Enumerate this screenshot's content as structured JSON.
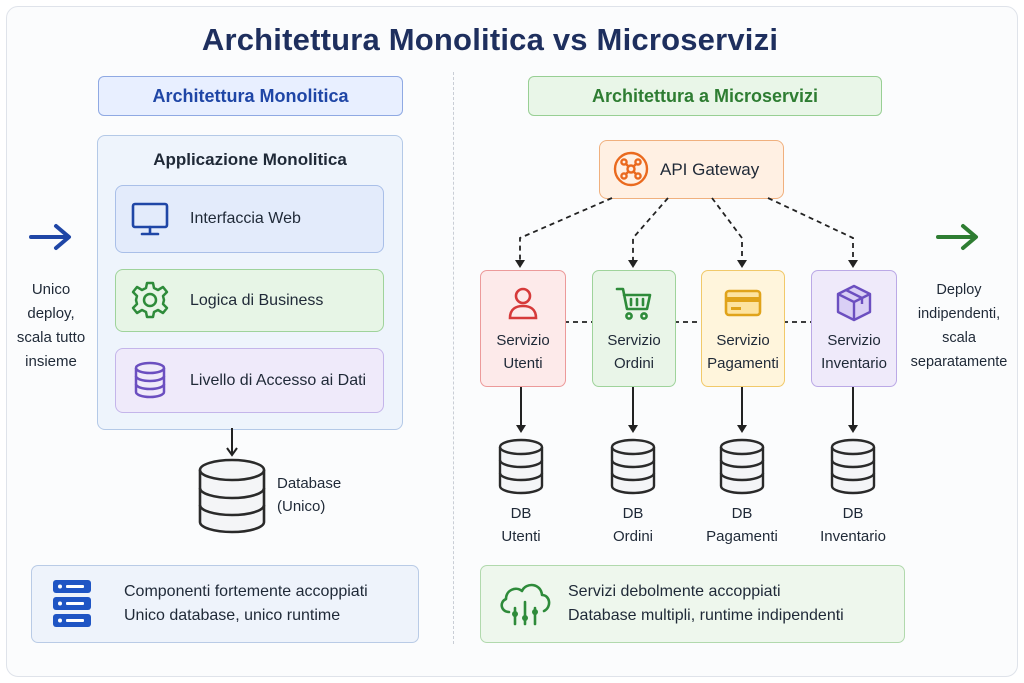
{
  "title": "Architettura Monolitica vs Microservizi",
  "monolith": {
    "header": "Architettura Monolitica",
    "app_title": "Applicazione Monolitica",
    "layers": [
      {
        "label": "Interfaccia Web",
        "icon": "monitor-icon"
      },
      {
        "label": "Logica di Business",
        "icon": "gear-icon"
      },
      {
        "label": "Livello di Accesso ai Dati",
        "icon": "database-icon"
      }
    ],
    "database": [
      "Database",
      "(Unico)"
    ],
    "deploy_note": [
      "Unico",
      "deploy,",
      "scala tutto",
      "insieme"
    ],
    "summary": [
      "Componenti fortemente accoppiati",
      "Unico database, unico runtime"
    ]
  },
  "microservices": {
    "header": "Architettura a Microservizi",
    "gateway": "API Gateway",
    "services": [
      {
        "lines": [
          "Servizio",
          "Utenti"
        ],
        "icon": "user-icon",
        "db": [
          "DB",
          "Utenti"
        ]
      },
      {
        "lines": [
          "Servizio",
          "Ordini"
        ],
        "icon": "cart-icon",
        "db": [
          "DB",
          "Ordini"
        ]
      },
      {
        "lines": [
          "Servizio",
          "Pagamenti"
        ],
        "icon": "credit-card-icon",
        "db": [
          "DB",
          "Pagamenti"
        ]
      },
      {
        "lines": [
          "Servizio",
          "Inventario"
        ],
        "icon": "package-icon",
        "db": [
          "DB",
          "Inventario"
        ]
      }
    ],
    "deploy_note": [
      "Deploy",
      "indipendenti,",
      "scala",
      "separatamente"
    ],
    "summary": [
      "Servizi debolmente accoppiati",
      "Database multipli, runtime indipendenti"
    ]
  },
  "colors": {
    "title": "#1e2f5e",
    "monolith_accent": "#1f46a6",
    "micro_accent": "#2e7d32",
    "gateway": "#ea6a1f",
    "user": "#d63a3a",
    "orders": "#2e8b3a",
    "payments": "#e0a31a",
    "inventory": "#6b4fc0"
  }
}
